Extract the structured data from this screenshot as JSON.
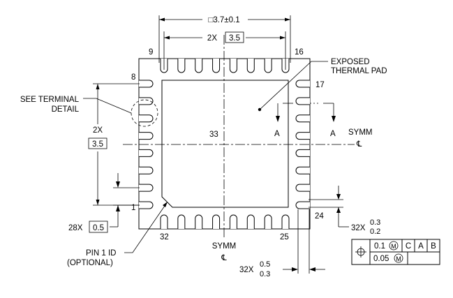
{
  "dimensions": {
    "body_size": "□3.7±0.1",
    "pitch_top_prefix": "2X",
    "pitch_top_value": "3.5",
    "pitch_side_prefix": "2X",
    "pitch_side_value": "3.5",
    "lead_pitch_prefix": "28X",
    "lead_pitch_value": "0.5",
    "lead_width_prefix": "32X",
    "lead_width_max": "0.3",
    "lead_width_min": "0.2",
    "lead_length_prefix": "32X",
    "lead_length_max": "0.5",
    "lead_length_min": "0.3"
  },
  "pins": {
    "p1": "1",
    "p8": "8",
    "p9": "9",
    "p16": "16",
    "p17": "17",
    "p24": "24",
    "p25": "25",
    "p32": "32",
    "p33": "33"
  },
  "callouts": {
    "exposed_pad_line1": "EXPOSED",
    "exposed_pad_line2": "THERMAL PAD",
    "terminal_detail_line1": "SEE TERMINAL",
    "terminal_detail_line2": "DETAIL",
    "pin1_line1": "PIN 1 ID",
    "pin1_line2": "(OPTIONAL)",
    "section_a_left": "A",
    "section_a_right": "A",
    "symm_right": "SYMM",
    "symm_bottom": "SYMM",
    "centerline_symbol": "℄"
  },
  "tolerance_frame": {
    "row1_value": "0.1",
    "row1_datum_c": "C",
    "row1_datum_a": "A",
    "row1_datum_b": "B",
    "row2_value": "0.05",
    "modifier_symbol": "M"
  }
}
